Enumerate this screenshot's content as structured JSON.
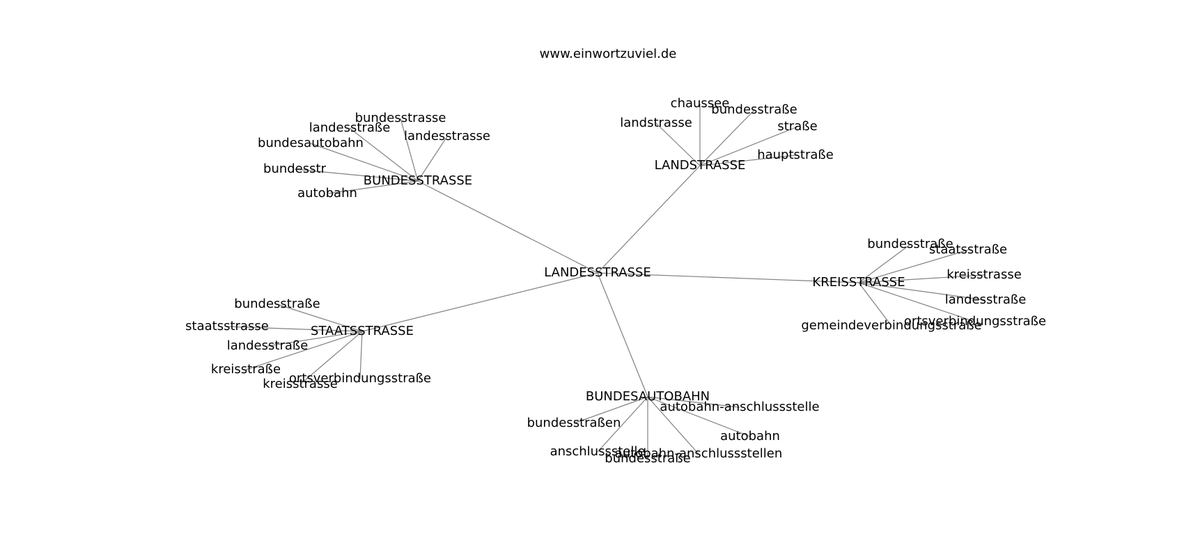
{
  "site_url": "www.einwortzuviel.de",
  "graph": {
    "root": "LANDESSTRASSE",
    "hubs": [
      {
        "label": "BUNDESSTRASSE",
        "leaves": [
          "bundesstrasse",
          "landesstraße",
          "landesstrasse",
          "bundesautobahn",
          "bundesstr",
          "autobahn"
        ]
      },
      {
        "label": "LANDSTRASSE",
        "leaves": [
          "chaussee",
          "bundesstraße",
          "landstrasse",
          "straße",
          "hauptstraße"
        ]
      },
      {
        "label": "KREISSTRASSE",
        "leaves": [
          "bundesstraße",
          "staatsstraße",
          "kreisstrasse",
          "landesstraße",
          "ortsverbindungsstraße",
          "gemeindeverbindungsstraße"
        ]
      },
      {
        "label": "STAATSSTRASSE",
        "leaves": [
          "bundesstraße",
          "staatsstrasse",
          "landesstraße",
          "kreisstraße",
          "ortsverbindungsstraße",
          "kreisstrasse"
        ]
      },
      {
        "label": "BUNDESAUTOBAHN",
        "leaves": [
          "autobahn-anschlussstelle",
          "bundesstraßen",
          "autobahn",
          "anschlussstelle",
          "autobahn-anschlussstellen",
          "bundesstraße"
        ]
      }
    ]
  }
}
